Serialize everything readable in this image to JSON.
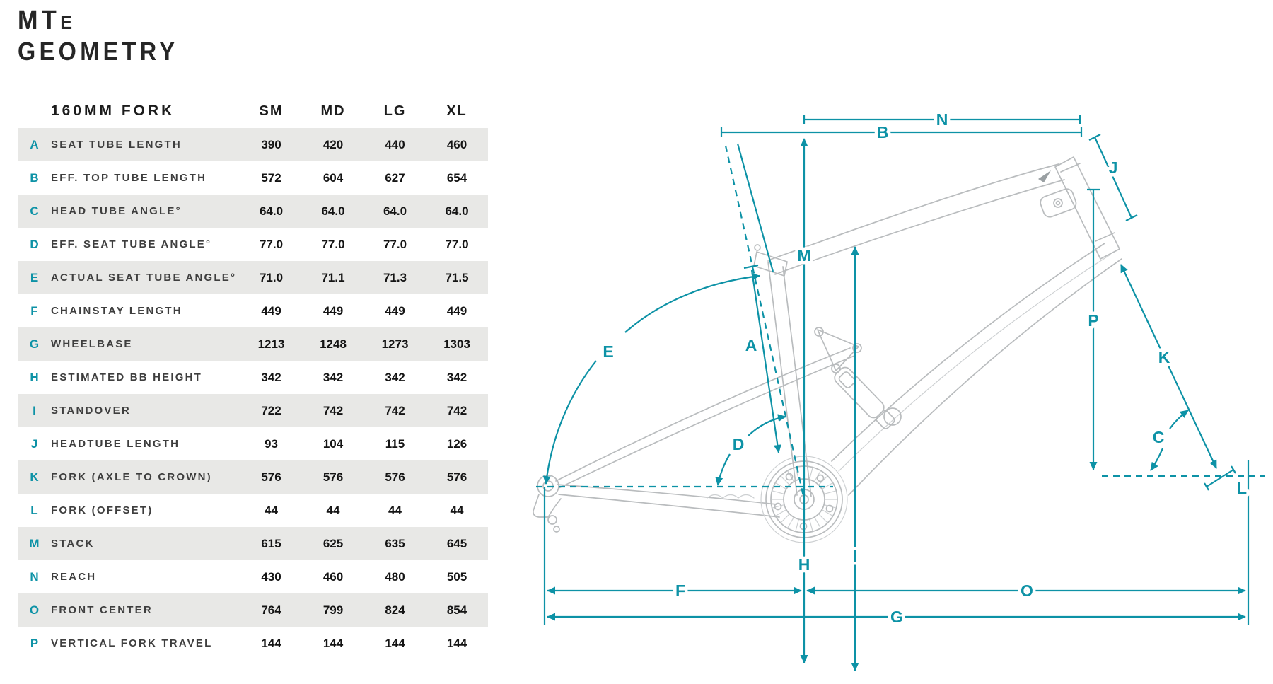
{
  "header": {
    "model_prefix": "MT",
    "model_suffix": "E",
    "title": "GEOMETRY"
  },
  "table": {
    "fork_label": "160MM FORK",
    "size_columns": [
      "SM",
      "MD",
      "LG",
      "XL"
    ],
    "rows": [
      {
        "letter": "A",
        "label": "SEAT TUBE LENGTH",
        "values": [
          "390",
          "420",
          "440",
          "460"
        ]
      },
      {
        "letter": "B",
        "label": "EFF. TOP TUBE LENGTH",
        "values": [
          "572",
          "604",
          "627",
          "654"
        ]
      },
      {
        "letter": "C",
        "label": "HEAD TUBE ANGLE°",
        "values": [
          "64.0",
          "64.0",
          "64.0",
          "64.0"
        ]
      },
      {
        "letter": "D",
        "label": "EFF. SEAT TUBE ANGLE°",
        "values": [
          "77.0",
          "77.0",
          "77.0",
          "77.0"
        ]
      },
      {
        "letter": "E",
        "label": "ACTUAL SEAT TUBE ANGLE°",
        "values": [
          "71.0",
          "71.1",
          "71.3",
          "71.5"
        ]
      },
      {
        "letter": "F",
        "label": "CHAINSTAY LENGTH",
        "values": [
          "449",
          "449",
          "449",
          "449"
        ]
      },
      {
        "letter": "G",
        "label": "WHEELBASE",
        "values": [
          "1213",
          "1248",
          "1273",
          "1303"
        ]
      },
      {
        "letter": "H",
        "label": "ESTIMATED BB HEIGHT",
        "values": [
          "342",
          "342",
          "342",
          "342"
        ]
      },
      {
        "letter": "I",
        "label": "STANDOVER",
        "values": [
          "722",
          "742",
          "742",
          "742"
        ]
      },
      {
        "letter": "J",
        "label": "HEADTUBE LENGTH",
        "values": [
          "93",
          "104",
          "115",
          "126"
        ]
      },
      {
        "letter": "K",
        "label": "FORK (AXLE TO CROWN)",
        "values": [
          "576",
          "576",
          "576",
          "576"
        ]
      },
      {
        "letter": "L",
        "label": "FORK (OFFSET)",
        "values": [
          "44",
          "44",
          "44",
          "44"
        ]
      },
      {
        "letter": "M",
        "label": "STACK",
        "values": [
          "615",
          "625",
          "635",
          "645"
        ]
      },
      {
        "letter": "N",
        "label": "REACH",
        "values": [
          "430",
          "460",
          "480",
          "505"
        ]
      },
      {
        "letter": "O",
        "label": "FRONT CENTER",
        "values": [
          "764",
          "799",
          "824",
          "854"
        ]
      },
      {
        "letter": "P",
        "label": "VERTICAL FORK TRAVEL",
        "values": [
          "144",
          "144",
          "144",
          "144"
        ]
      }
    ]
  },
  "diagram": {
    "labels": {
      "A": "A",
      "B": "B",
      "C": "C",
      "D": "D",
      "E": "E",
      "F": "F",
      "G": "G",
      "H": "H",
      "I": "I",
      "J": "J",
      "K": "K",
      "L": "L",
      "M": "M",
      "N": "N",
      "O": "O",
      "P": "P"
    }
  },
  "chart_data": {
    "type": "table",
    "title": "MTe GEOMETRY — 160MM FORK",
    "columns": [
      "",
      "160MM FORK",
      "SM",
      "MD",
      "LG",
      "XL"
    ],
    "rows": [
      [
        "A",
        "SEAT TUBE LENGTH",
        "390",
        "420",
        "440",
        "460"
      ],
      [
        "B",
        "EFF. TOP TUBE LENGTH",
        "572",
        "604",
        "627",
        "654"
      ],
      [
        "C",
        "HEAD TUBE ANGLE°",
        "64.0",
        "64.0",
        "64.0",
        "64.0"
      ],
      [
        "D",
        "EFF. SEAT TUBE ANGLE°",
        "77.0",
        "77.0",
        "77.0",
        "77.0"
      ],
      [
        "E",
        "ACTUAL SEAT TUBE ANGLE°",
        "71.0",
        "71.1",
        "71.3",
        "71.5"
      ],
      [
        "F",
        "CHAINSTAY LENGTH",
        "449",
        "449",
        "449",
        "449"
      ],
      [
        "G",
        "WHEELBASE",
        "1213",
        "1248",
        "1273",
        "1303"
      ],
      [
        "H",
        "ESTIMATED BB HEIGHT",
        "342",
        "342",
        "342",
        "342"
      ],
      [
        "I",
        "STANDOVER",
        "722",
        "742",
        "742",
        "742"
      ],
      [
        "J",
        "HEADTUBE LENGTH",
        "93",
        "104",
        "115",
        "126"
      ],
      [
        "K",
        "FORK (AXLE TO CROWN)",
        "576",
        "576",
        "576",
        "576"
      ],
      [
        "L",
        "FORK (OFFSET)",
        "44",
        "44",
        "44",
        "44"
      ],
      [
        "M",
        "STACK",
        "615",
        "625",
        "635",
        "645"
      ],
      [
        "N",
        "REACH",
        "430",
        "460",
        "480",
        "505"
      ],
      [
        "O",
        "FRONT CENTER",
        "764",
        "799",
        "824",
        "854"
      ],
      [
        "P",
        "VERTICAL FORK TRAVEL",
        "144",
        "144",
        "144",
        "144"
      ]
    ]
  },
  "colors": {
    "accent": "#0D92A6",
    "row_shade": "#E8E8E6",
    "label_text": "#3E3E3E",
    "frame_line": "#B9BCBE"
  }
}
